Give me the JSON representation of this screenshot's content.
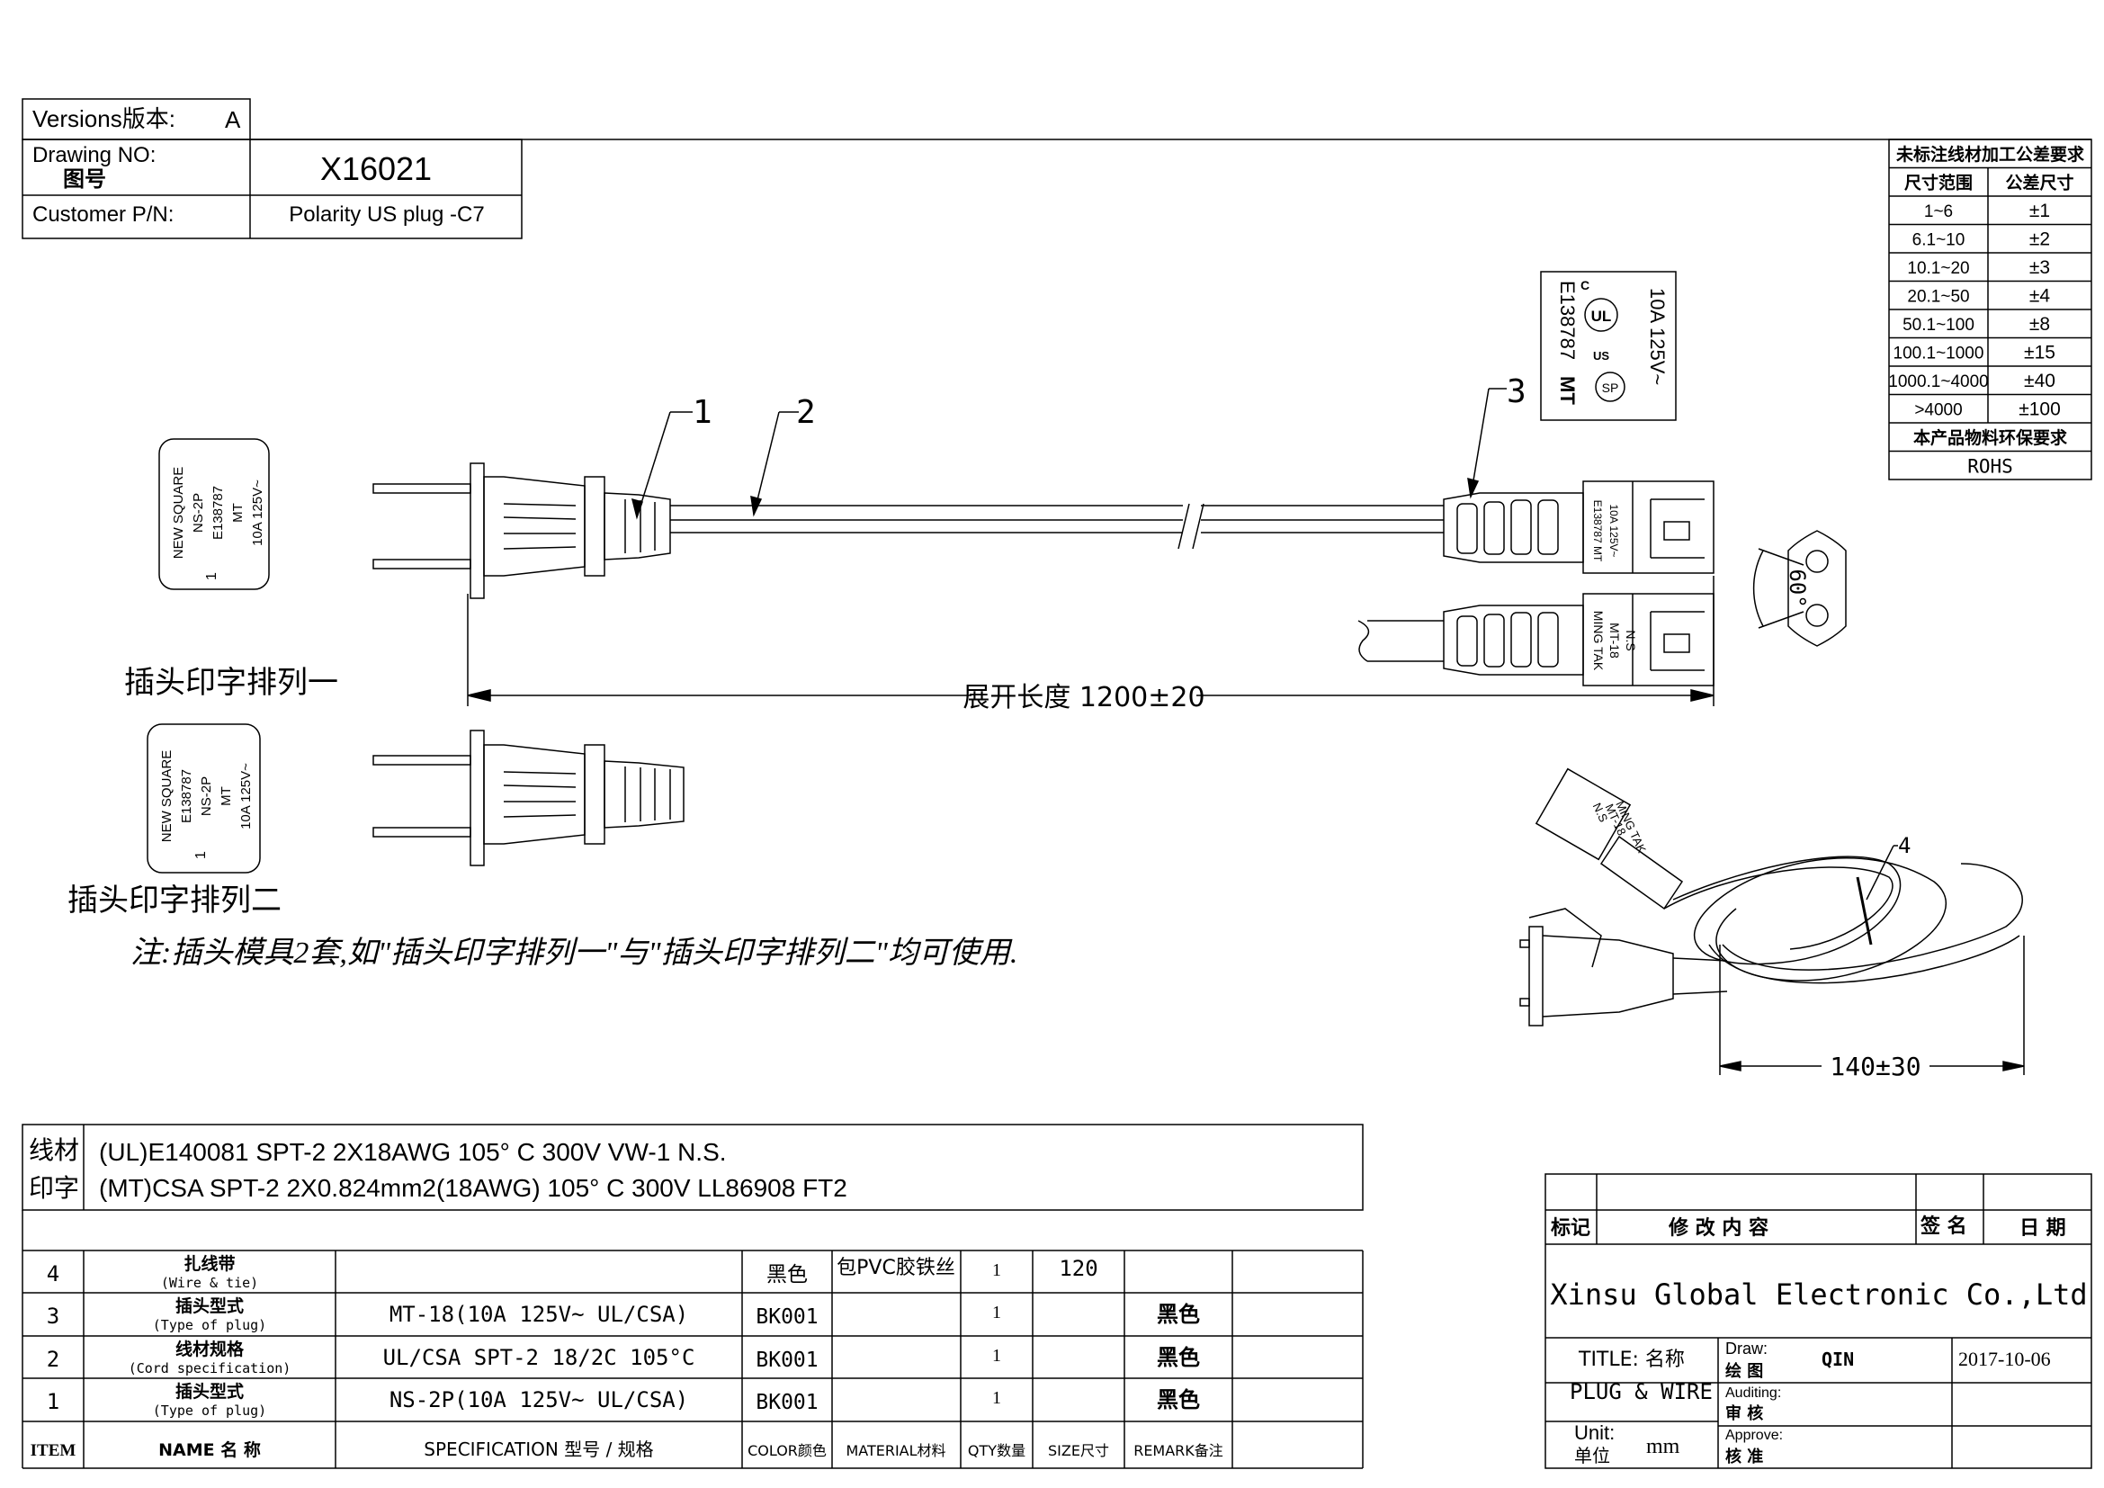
{
  "header": {
    "versions_label": "Versions版本:",
    "version_value": "A",
    "drawing_no_label": "Drawing NO:",
    "drawing_no_cn": "图号",
    "drawing_no": "X16021",
    "customer_pn_label": "Customer P/N:",
    "customer_pn": "Polarity US plug -C7"
  },
  "tolerance_table": {
    "title": "未标注线材加工公差要求",
    "col_range": "尺寸范围",
    "col_tol": "公差尺寸",
    "rows": [
      {
        "range": "1~6",
        "tol": "±1"
      },
      {
        "range": "6.1~10",
        "tol": "±2"
      },
      {
        "range": "10.1~20",
        "tol": "±3"
      },
      {
        "range": "20.1~50",
        "tol": "±4"
      },
      {
        "range": "50.1~100",
        "tol": "±8"
      },
      {
        "range": "100.1~1000",
        "tol": "±15"
      },
      {
        "range": "1000.1~4000",
        "tol": "±40"
      },
      {
        "range": ">4000",
        "tol": "±100"
      }
    ],
    "env_title": "本产品物料环保要求",
    "env_value": "ROHS"
  },
  "drawing": {
    "callouts": [
      "1",
      "2",
      "3",
      "4"
    ],
    "plug_print_1": "插头印字排列一",
    "plug_print_2": "插头印字排列二",
    "note": "注:插头模具2套,如\"插头印字排列一\"与\"插头印字排列二\"均可使用.",
    "length_dim": "展开长度 1200±20",
    "coil_dim": "140±30",
    "angle_dim": "60°",
    "plug_lines_1": [
      "NEW SQUARE",
      "NS-2P",
      "E138787",
      "MT",
      "10A 125V~"
    ],
    "plug_lines_2": [
      "NEW SQUARE",
      "E138787",
      "NS-2P",
      "MT",
      "10A 125V~"
    ],
    "plug_mark_1": "1",
    "plug_mark_2": "1",
    "ul_box": {
      "rating": "10A 125V~",
      "file_no": "E138787",
      "brand": "MT",
      "ul": "UL",
      "us": "US",
      "c": "C",
      "sp": "SP"
    },
    "c7_top_lines": [
      "10A 125V~",
      "E138787 MT"
    ],
    "c7_bottom_lines": [
      "N.S",
      "MT-18",
      "MING TAK"
    ],
    "coil_plug_lines": [
      "N.S",
      "MT-18",
      "MING TAK"
    ]
  },
  "wire_marking": {
    "label_1": "线材",
    "label_2": "印字",
    "line_1": "(UL)E140081 SPT-2 2X18AWG 105° C 300V VW-1 N.S.",
    "line_2": "(MT)CSA SPT-2 2X0.824mm2(18AWG) 105° C 300V LL86908 FT2"
  },
  "bom": {
    "rows": [
      {
        "item": "4",
        "name_cn": "扎线带",
        "name_en": "(Wire & tie)",
        "spec": "",
        "color": "黑色",
        "material": "包PVC胶铁丝",
        "qty": "1",
        "size": "120",
        "remark": ""
      },
      {
        "item": "3",
        "name_cn": "插头型式",
        "name_en": "(Type of plug)",
        "spec": "MT-18(10A 125V~ UL/CSA)",
        "color": "BK001",
        "material": "",
        "qty": "1",
        "size": "",
        "remark": "黑色"
      },
      {
        "item": "2",
        "name_cn": "线材规格",
        "name_en": "(Cord specification)",
        "spec": "UL/CSA SPT-2 18/2C 105°C",
        "color": "BK001",
        "material": "",
        "qty": "1",
        "size": "",
        "remark": "黑色"
      },
      {
        "item": "1",
        "name_cn": "插头型式",
        "name_en": "(Type of plug)",
        "spec": "NS-2P(10A 125V~ UL/CSA)",
        "color": "BK001",
        "material": "",
        "qty": "1",
        "size": "",
        "remark": "黑色"
      }
    ],
    "headers": {
      "item": "ITEM",
      "name": "NAME 名 称",
      "spec": "SPECIFICATION 型号 / 规格",
      "color": "COLOR颜色",
      "material": "MATERIAL材料",
      "qty": "QTY数量",
      "size": "SIZE尺寸",
      "remark": "REMARK备注"
    }
  },
  "title_block": {
    "rev_mark": "标记",
    "rev_content": "修 改 内 容",
    "sign": "签 名",
    "date": "日 期",
    "company": "Xinsu Global Electronic Co.,Ltd",
    "title_label": "TITLE: 名称",
    "title_value": "PLUG & WIRE",
    "unit_label": "Unit:",
    "unit_cn": "单位",
    "unit_value": "mm",
    "draw_label": "Draw:",
    "draw_cn": "绘 图",
    "draw_value": "QIN",
    "draw_date": "2017-10-06",
    "audit_label": "Auditing:",
    "audit_cn": "审 核",
    "approve_label": "Approve:",
    "approve_cn": "核 准"
  }
}
